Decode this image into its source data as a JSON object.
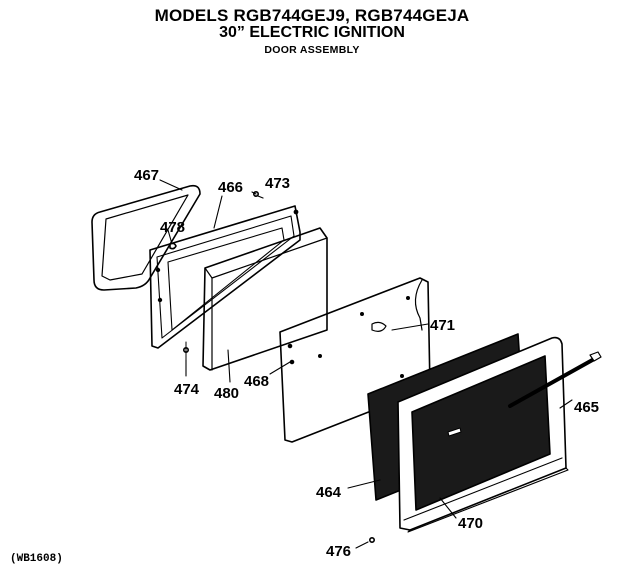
{
  "header": {
    "title": "MODELS RGB744GEJ9, RGB744GEJA",
    "subtitle": "30” ELECTRIC IGNITION",
    "section": "DOOR ASSEMBLY"
  },
  "drawing_code": "(WB1608)",
  "parts": {
    "p467": "467",
    "p466": "466",
    "p473": "473",
    "p478": "478",
    "p471": "471",
    "p474": "474",
    "p480": "480",
    "p468": "468",
    "p465": "465",
    "p464": "464",
    "p470": "470",
    "p476": "476"
  }
}
